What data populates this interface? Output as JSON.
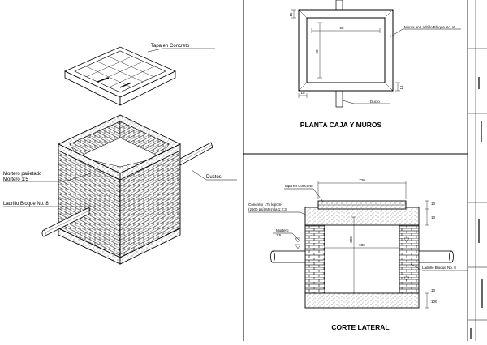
{
  "iso": {
    "tapa_label": "Tapa en Concreto",
    "mortero_label": "Mortero pañetado",
    "mortero_ratio": "Mortero 1:5",
    "ladrillo_label": "Ladrillo Bloque No. 8",
    "ductos_label": "Ductos"
  },
  "plan": {
    "title": "PLANTA CAJA Y MUROS",
    "muros_label": "Muros en Ladrillo Bloque No. 8",
    "ducto_label": "Ducto",
    "dim_width": "60",
    "dim_height": "60",
    "dim_wall_top": "15",
    "dim_wall_left": "15",
    "dim_wall_right": "15"
  },
  "section": {
    "title": "CORTE LATERAL",
    "tapa_label": "Tapa en Concreto",
    "concreto_line1": "Concreto 175 kg/cm²",
    "concreto_line2": "(2500 psi) Mezcla 1:2:3",
    "mortero_label": "Mortero",
    "mortero_ratio": "1:5",
    "ladrillo_label": "Ladrillo Bloque No. 8",
    "dim_top": "720",
    "dim_height": "600",
    "dim_inner": "600",
    "dim_10a": "10",
    "dim_10b": "10",
    "dim_10c": "10",
    "dim_100": "100"
  }
}
